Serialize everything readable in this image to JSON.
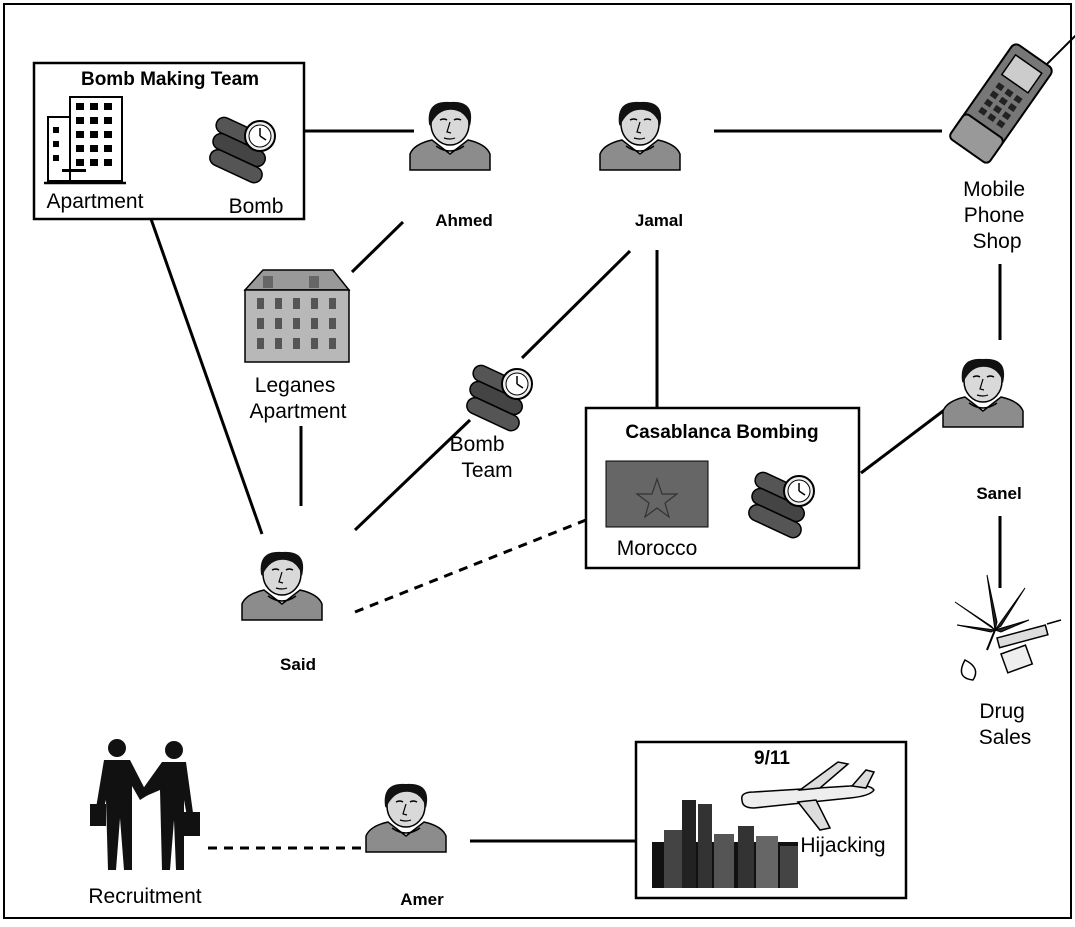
{
  "boxes": {
    "bomb_making_team": {
      "title": "Bomb Making Team",
      "apartment": "Apartment",
      "bomb": "Bomb"
    },
    "casablanca_bombing": {
      "title": "Casablanca Bombing",
      "morocco": "Morocco"
    },
    "hijacking_911": {
      "date": "9/11",
      "hijacking": "Hijacking"
    }
  },
  "people": {
    "ahmed": "Ahmed",
    "jamal": "Jamal",
    "said": "Said",
    "sanel": "Sanel",
    "amer": "Amer"
  },
  "nodes": {
    "mobile_phone_shop": [
      "Mobile",
      "Phone",
      "Shop"
    ],
    "leganes_apartment": [
      "Leganes",
      "Apartment"
    ],
    "bomb_team": [
      "Bomb",
      "Team"
    ],
    "drug_sales": [
      "Drug",
      "Sales"
    ],
    "recruitment": "Recruitment"
  },
  "colors": {
    "line": "#000000",
    "face": "#d9d9d9",
    "shirt": "#8c8c8c",
    "hair": "#111111",
    "flag": "#666666",
    "building": "#b8b8b8"
  }
}
